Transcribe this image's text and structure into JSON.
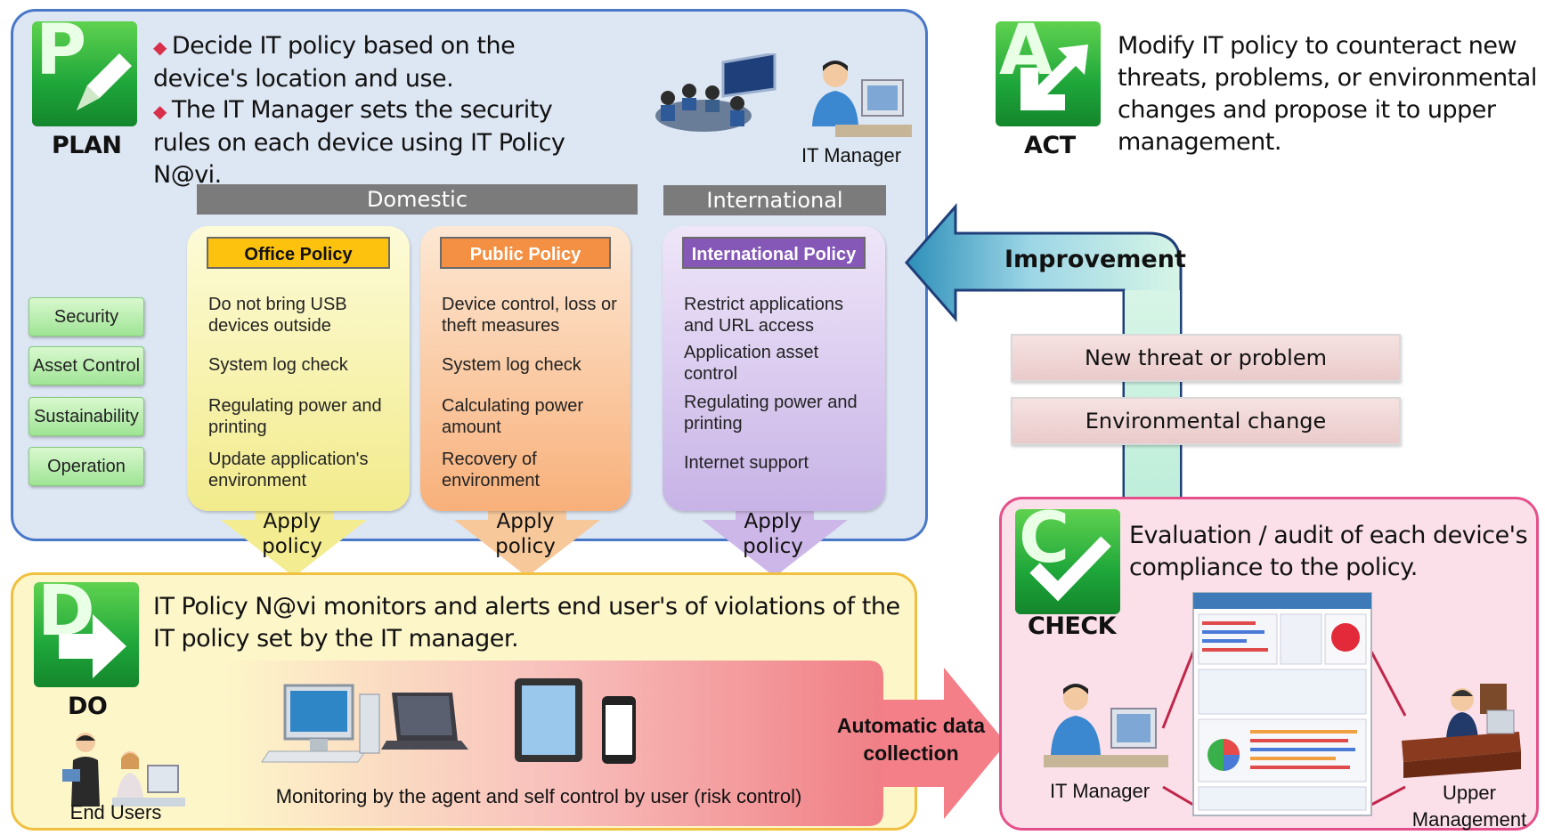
{
  "plan": {
    "letter": "P",
    "label": "PLAN",
    "bullets": [
      "Decide IT policy based on the device's location and use.",
      "The IT Manager sets the security rules on each device using IT Policy N@vi."
    ],
    "it_manager_caption": "IT Manager",
    "domestic_label": "Domestic",
    "international_label": "International",
    "categories": [
      "Security",
      "Asset Control",
      "Sustainability",
      "Operation"
    ],
    "office": {
      "title": "Office Policy",
      "items": [
        "Do not bring USB devices outside",
        "System log check",
        "Regulating power and printing",
        "Update application's environment"
      ]
    },
    "public": {
      "title": "Public Policy",
      "items": [
        "Device control, loss or theft measures",
        "System log check",
        "Calculating power amount",
        "Recovery of environment"
      ]
    },
    "international": {
      "title": "International Policy",
      "items": [
        "Restrict applications and URL access",
        "Application asset control",
        "Regulating power and printing",
        "Internet support"
      ]
    },
    "apply_label": "Apply policy"
  },
  "act": {
    "letter": "A",
    "label": "ACT",
    "text": "Modify IT policy to counteract new threats, problems, or environmental changes and propose it to upper management."
  },
  "improvement": {
    "label": "Improvement",
    "factors": [
      "New threat or problem",
      "Environmental change"
    ]
  },
  "do": {
    "letter": "D",
    "label": "DO",
    "text": "IT Policy N@vi monitors and alerts end user's of violations of the IT policy set by the IT manager.",
    "end_users_caption": "End Users",
    "monitoring_caption": "Monitoring by the agent and self control by user (risk control)",
    "collection_label": "Automatic data collection"
  },
  "check": {
    "letter": "C",
    "label": "CHECK",
    "text": "Evaluation / audit of each device's compliance to the policy.",
    "it_manager_caption": "IT Manager",
    "upper_caption": "Upper Management"
  },
  "colors": {
    "plan_border": "#4a78c8",
    "do_border": "#f0c040",
    "check_border": "#e6508a",
    "icon_green": "#1ea63a"
  }
}
